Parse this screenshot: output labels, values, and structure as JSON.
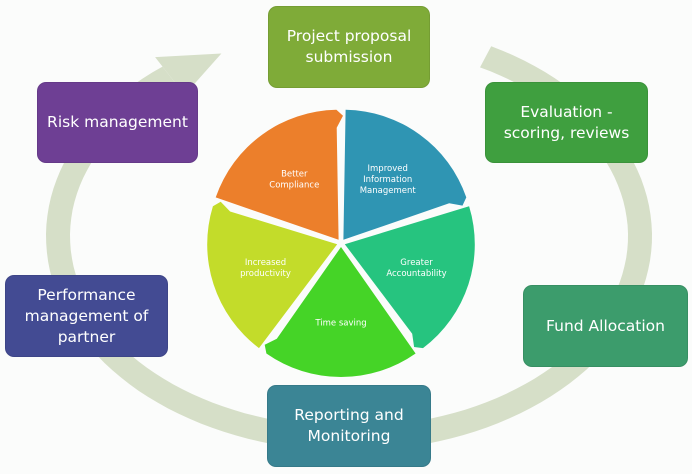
{
  "cycle_steps": [
    {
      "label": "Project proposal\nsubmission",
      "color": "#7fab38"
    },
    {
      "label": "Evaluation -\nscoring, reviews",
      "color": "#3f9f3f"
    },
    {
      "label": "Fund Allocation",
      "color": "#3c9c6c"
    },
    {
      "label": "Reporting and\nMonitoring",
      "color": "#3b8595"
    },
    {
      "label": "Performance\nmanagement of\npartner",
      "color": "#434b93"
    },
    {
      "label": "Risk management",
      "color": "#6e3f94"
    }
  ],
  "ring_color": "#d6dfc8",
  "benefits": [
    {
      "lines": [
        "Improved",
        "Information",
        "Management"
      ],
      "color": "#2f95b3"
    },
    {
      "lines": [
        "Greater",
        "Accountability"
      ],
      "color": "#26c47f"
    },
    {
      "lines": [
        "Time saving"
      ],
      "color": "#45d427"
    },
    {
      "lines": [
        "Increased",
        "productivity"
      ],
      "color": "#c3dc2a"
    },
    {
      "lines": [
        "Better",
        "Compliance"
      ],
      "color": "#ec7f2b"
    }
  ]
}
